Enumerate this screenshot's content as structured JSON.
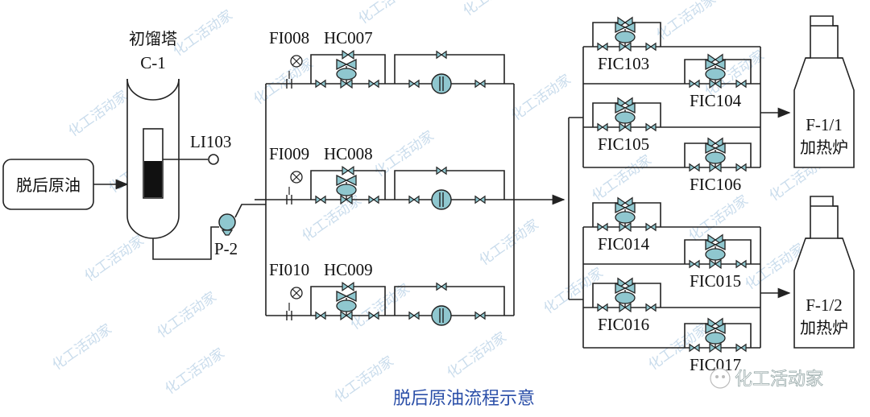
{
  "tower": {
    "name": "初馏塔",
    "tag": "C-1"
  },
  "feed": {
    "label": "脱后原油"
  },
  "level": {
    "tag": "LI103"
  },
  "pump": {
    "tag": "P-2"
  },
  "branches": [
    {
      "flow": "FI008",
      "hand": "HC007"
    },
    {
      "flow": "FI009",
      "hand": "HC008"
    },
    {
      "flow": "FI010",
      "hand": "HC009"
    }
  ],
  "furnaces": [
    {
      "tag": "F-1/1",
      "name": "加热炉",
      "controllers": [
        "FIC103",
        "FIC104",
        "FIC105",
        "FIC106"
      ]
    },
    {
      "tag": "F-1/2",
      "name": "加热炉",
      "controllers": [
        "FIC014",
        "FIC015",
        "FIC016",
        "FIC017"
      ]
    }
  ],
  "caption": "脱后原油流程示意",
  "watermark": "化工活动家",
  "colors": {
    "valve": "#8fc7cf",
    "caption": "#2b4fa8",
    "line": "#222222",
    "watermark": "#c9dcec"
  }
}
